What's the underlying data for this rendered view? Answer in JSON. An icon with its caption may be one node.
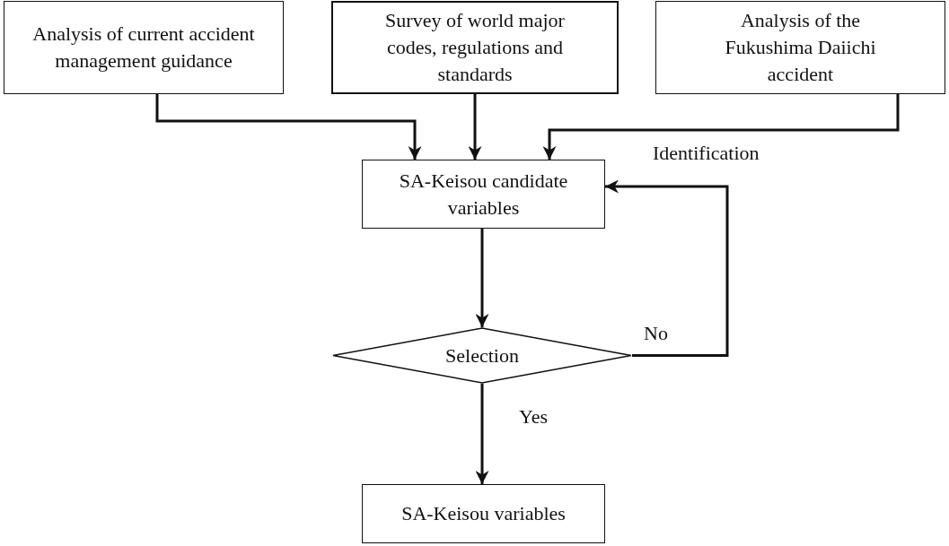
{
  "diagram": {
    "nodes": [
      {
        "text": [
          "Analysis of current accident management guidance"
        ]
      },
      {
        "text": [
          "Survey of world major codes, regulations and standards"
        ]
      },
      {
        "text": [
          "Analysis of the Fukushima Daiichi accident"
        ]
      },
      {
        "text": [
          "SA-Keisou candidate variables"
        ]
      },
      {
        "text": [
          "Selection"
        ]
      },
      {
        "text": [
          "SA-Keisou variables"
        ]
      }
    ],
    "edges": [
      {
        "from": 0,
        "to": 3,
        "arrow": "to"
      },
      {
        "from": 1,
        "to": 3,
        "arrow": "to"
      },
      {
        "from": 2,
        "to": 3,
        "arrow": "to"
      },
      {
        "from": 3,
        "to": 4,
        "arrow": "to"
      },
      {
        "from": 4,
        "to": 3,
        "arrow": "to",
        "label": "No"
      },
      {
        "from": 4,
        "to": 5,
        "arrow": "to",
        "label": "Yes"
      }
    ],
    "labels": [
      "Identification"
    ]
  }
}
